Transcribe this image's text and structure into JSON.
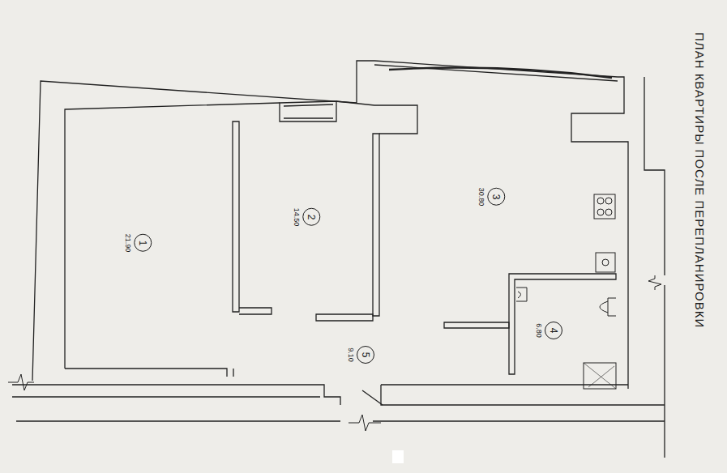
{
  "diagram": {
    "title": "ПЛАН КВАРТИРЫ ПОСЛЕ ПЕРЕПЛАНИРОВКИ",
    "nodes": [
      {
        "text": [
          "1",
          "21.90"
        ]
      },
      {
        "text": [
          "2",
          "14.50"
        ]
      },
      {
        "text": [
          "3",
          "30.80"
        ]
      },
      {
        "text": [
          "4",
          "6.80"
        ]
      },
      {
        "text": [
          "5",
          "9.10"
        ]
      }
    ]
  }
}
